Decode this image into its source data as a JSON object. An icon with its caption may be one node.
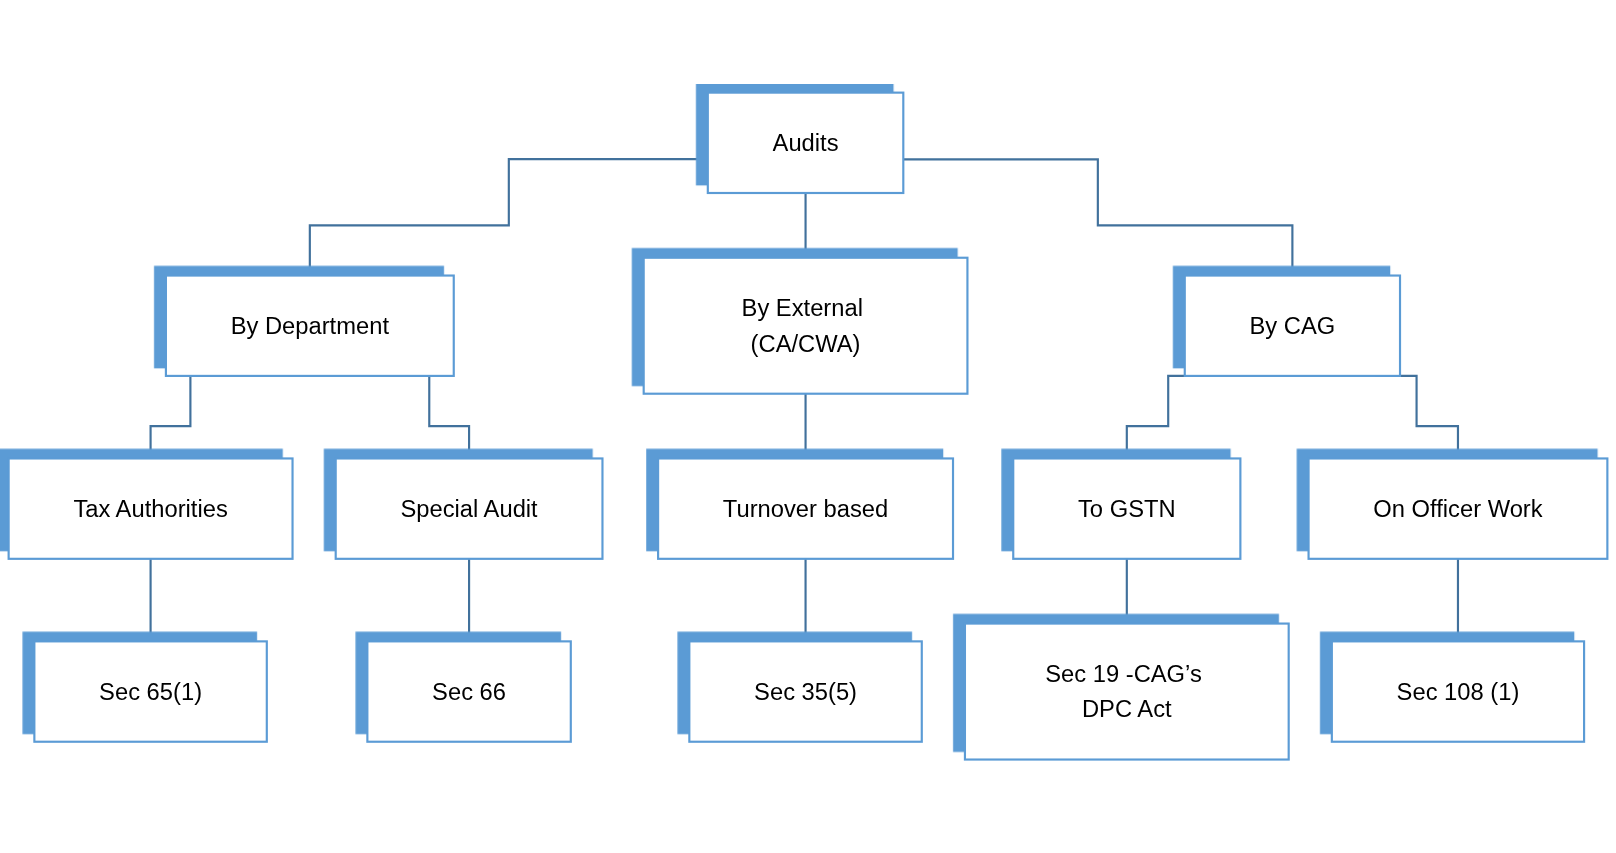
{
  "diagram": {
    "nodes": [
      {
        "text": [
          "Audits"
        ]
      },
      {
        "text": [
          "By Department"
        ]
      },
      {
        "text": [
          "By External (CA/CWA)"
        ]
      },
      {
        "text": [
          "By CAG"
        ]
      },
      {
        "text": [
          "Tax Authorities"
        ]
      },
      {
        "text": [
          "Special Audit"
        ]
      },
      {
        "text": [
          "Turnover based"
        ]
      },
      {
        "text": [
          "To GSTN"
        ]
      },
      {
        "text": [
          "On Officer Work"
        ]
      },
      {
        "text": [
          "Sec 65(1)"
        ]
      },
      {
        "text": [
          "Sec 66"
        ]
      },
      {
        "text": [
          "Sec 35(5)"
        ]
      },
      {
        "text": [
          "Sec 19 -CAG’s DPC Act"
        ]
      },
      {
        "text": [
          "Sec 108 (1)"
        ]
      }
    ],
    "edges": [
      {
        "from": 0,
        "to": 1,
        "arrow": "none"
      },
      {
        "from": 0,
        "to": 2,
        "arrow": "none"
      },
      {
        "from": 0,
        "to": 3,
        "arrow": "none"
      },
      {
        "from": 1,
        "to": 4,
        "arrow": "none"
      },
      {
        "from": 1,
        "to": 5,
        "arrow": "none"
      },
      {
        "from": 2,
        "to": 6,
        "arrow": "none"
      },
      {
        "from": 3,
        "to": 7,
        "arrow": "none"
      },
      {
        "from": 3,
        "to": 8,
        "arrow": "none"
      },
      {
        "from": 4,
        "to": 9,
        "arrow": "none"
      },
      {
        "from": 5,
        "to": 10,
        "arrow": "none"
      },
      {
        "from": 6,
        "to": 11,
        "arrow": "none"
      },
      {
        "from": 7,
        "to": 12,
        "arrow": "none"
      },
      {
        "from": 8,
        "to": 13,
        "arrow": "none"
      }
    ]
  }
}
